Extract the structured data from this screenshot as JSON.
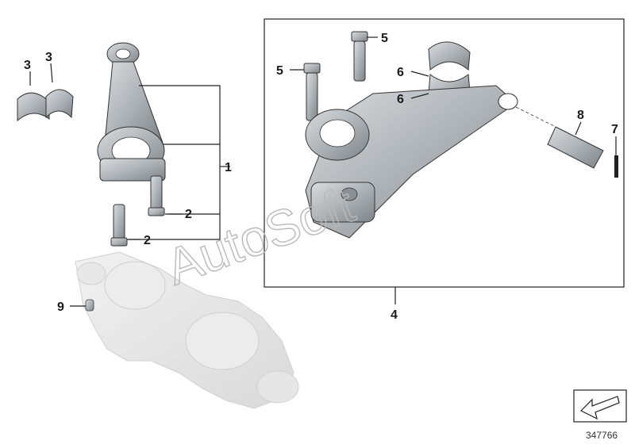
{
  "diagram": {
    "callouts": {
      "c1": "1",
      "c2a": "2",
      "c2b": "2",
      "c3a": "3",
      "c3b": "3",
      "c4": "4",
      "c5a": "5",
      "c5b": "5",
      "c6a": "6",
      "c6b": "6",
      "c7": "7",
      "c8": "8",
      "c9": "9"
    },
    "watermark": "AutoSoft",
    "document_number": "347766"
  },
  "colors": {
    "part_fill": "#b8bcc0",
    "part_dark": "#7f858a",
    "ghost_part": "#e4e4e4",
    "line": "#222222"
  }
}
